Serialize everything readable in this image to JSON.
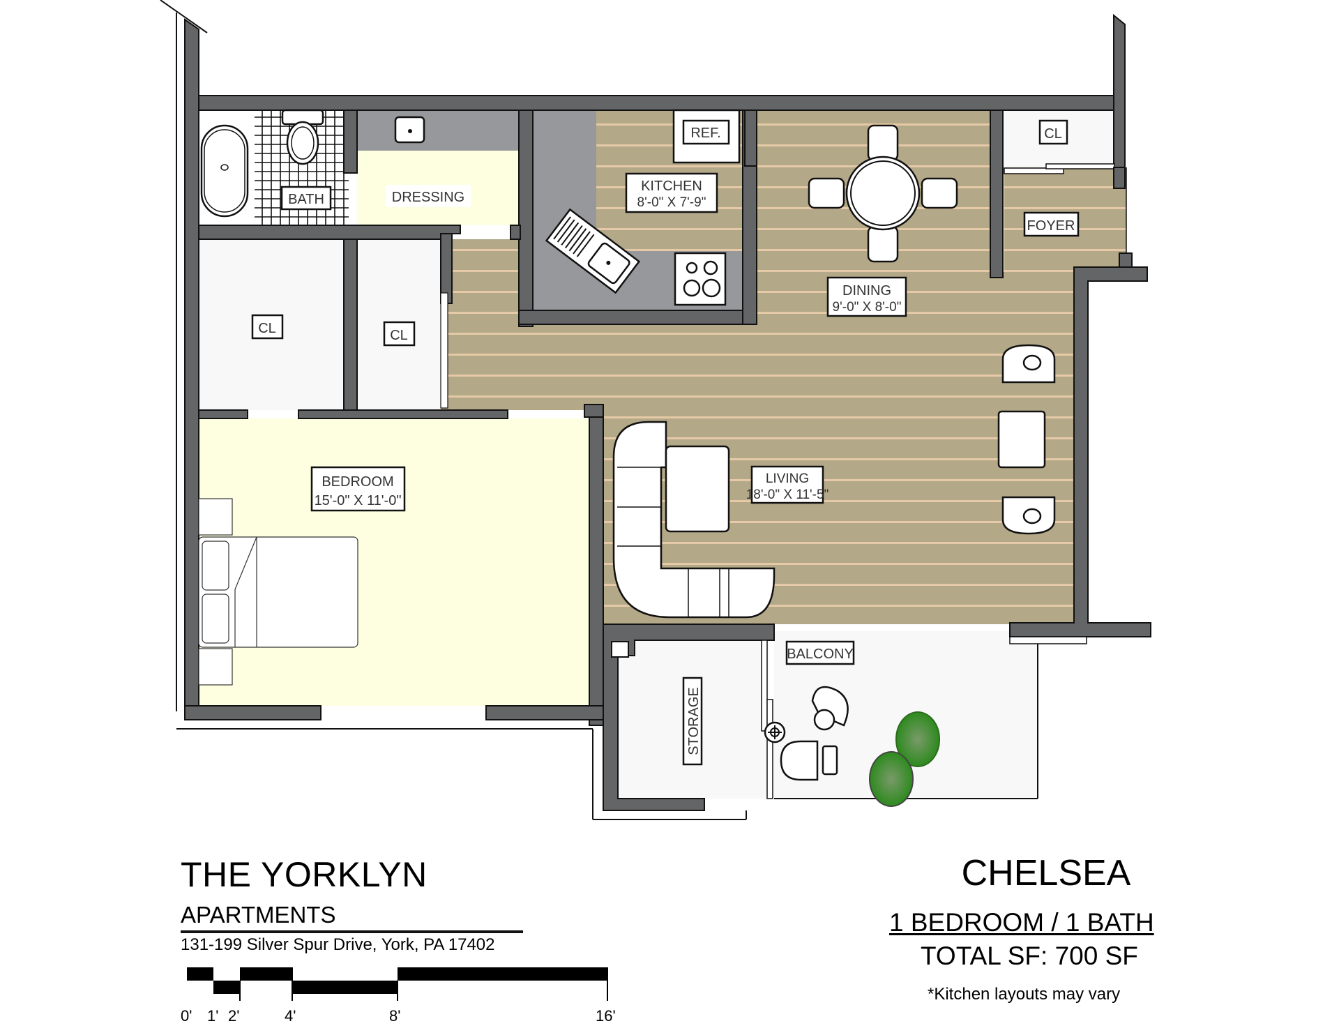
{
  "plan": {
    "rooms": {
      "bath": {
        "label": "BATH"
      },
      "dressing": {
        "label": "DRESSING"
      },
      "kitchen": {
        "label": "KITCHEN",
        "dims": "8'-0\" X 7'-9\""
      },
      "refrigerator": {
        "label": "REF."
      },
      "dining": {
        "label": "DINING",
        "dims": "9'-0\" X 8'-0\""
      },
      "foyer_closet": {
        "label": "CL"
      },
      "foyer": {
        "label": "FOYER"
      },
      "closet_left": {
        "label": "CL"
      },
      "closet_mid": {
        "label": "CL"
      },
      "bedroom": {
        "label": "BEDROOM",
        "dims": "15'-0\" X 11'-0\""
      },
      "living": {
        "label": "LIVING",
        "dims": "18'-0\" X 11'-5\""
      },
      "storage": {
        "label": "STORAGE"
      },
      "balcony": {
        "label": "BALCONY"
      }
    },
    "colors": {
      "wall": "#646567",
      "wood_floor": "#b3a888",
      "wood_stripe": "#e6c9a6",
      "bedroom_floor": "#fefee0",
      "closet_floor": "#f8f8f8",
      "counter": "#97989b",
      "plant_green": "#3f9a2b"
    }
  },
  "footer": {
    "brand_title": "THE YORKLYN",
    "brand_subtitle": "APARTMENTS",
    "address": "131-199 Silver Spur Drive, York, PA 17402",
    "scale_labels": [
      "0'",
      "1'",
      "2'",
      "4'",
      "8'",
      "16'"
    ],
    "unit_name": "CHELSEA",
    "unit_type": "1 BEDROOM / 1 BATH",
    "total_sf": "TOTAL SF: 700 SF",
    "note": "*Kitchen layouts may vary"
  }
}
